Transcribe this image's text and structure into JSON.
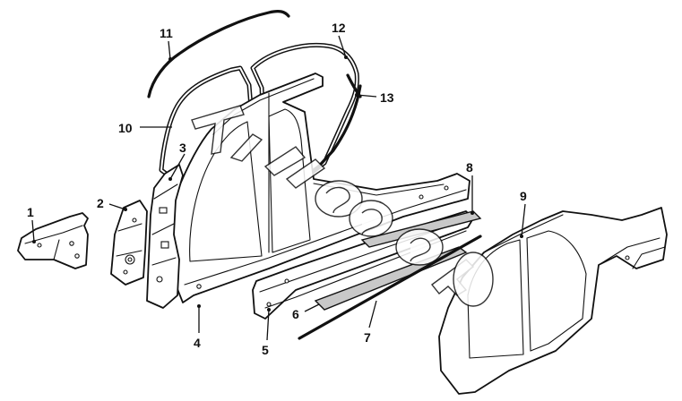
{
  "callouts": {
    "c1": "1",
    "c2": "2",
    "c3": "3",
    "c4": "4",
    "c5": "5",
    "c6": "6",
    "c7": "7",
    "c8": "8",
    "c9": "9",
    "c10": "10",
    "c11": "11",
    "c12": "12",
    "c13": "13"
  },
  "colors": {
    "line": "#111111",
    "background": "#ffffff",
    "strip_fill": "#c8c8c8"
  }
}
